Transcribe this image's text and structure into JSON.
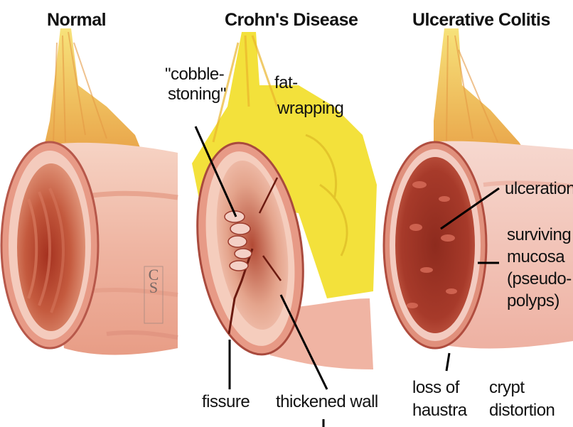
{
  "panels": [
    {
      "title": "Normal"
    },
    {
      "title": "Crohn's Disease"
    },
    {
      "title": "Ulcerative Colitis"
    }
  ],
  "crohns_labels": {
    "cobblestoning_line1": "\"cobble-",
    "cobblestoning_line2": "stoning\"",
    "fat_wrapping_line1": "fat-",
    "fat_wrapping_line2": "wrapping",
    "fissure": "fissure",
    "thickened_wall": "thickened wall"
  },
  "uc_labels": {
    "ulceration": "ulceration",
    "surviving_line1": "surviving",
    "surviving_line2": "mucosa",
    "surviving_line3": "(pseudo-",
    "surviving_line4": "polyps)",
    "loss_line1": "loss of",
    "loss_line2": "haustra",
    "crypt_line1": "crypt",
    "crypt_line2": "distortion"
  },
  "colors": {
    "mesentery_yellow": "#f2c94c",
    "fat_yellow": "#f7e13a",
    "tissue_pink": "#f0b7a4",
    "mucosa_dark": "#8e2b1e",
    "leader_line": "#000000"
  }
}
